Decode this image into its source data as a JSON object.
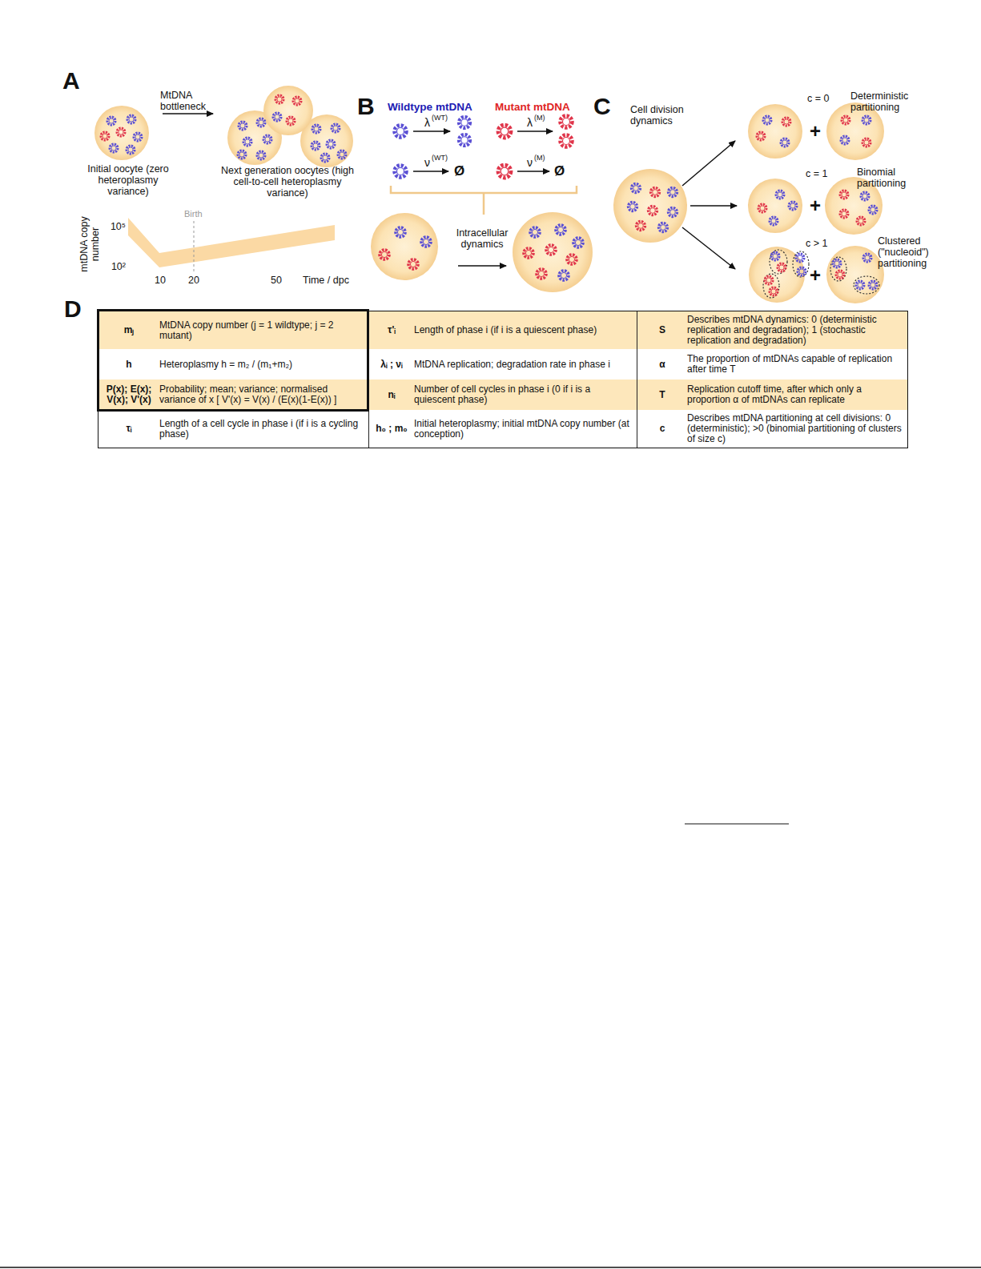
{
  "diagram": {
    "nodes": [
      {
        "text": [
          "mⱼ",
          "MtDNA copy number (j = 1 wildtype; j = 2 mutant)"
        ]
      },
      {
        "text": [
          "τ'ᵢ",
          "Length of phase i (if i is a quiescent phase)"
        ]
      },
      {
        "text": [
          "S",
          "Describes mtDNA dynamics: 0 (deterministic replication and degradation); 1 (stochastic replication and degradation)"
        ]
      },
      {
        "text": [
          "h",
          "Heteroplasmy h = m₂ / (m₁+m₂)"
        ]
      },
      {
        "text": [
          "λᵢ ; νᵢ",
          "MtDNA replication; degradation rate in phase i"
        ]
      },
      {
        "text": [
          "α",
          "The proportion of mtDNAs capable of replication after time T"
        ]
      },
      {
        "text": [
          "P(x); E(x); V(x); V'(x)",
          "Probability; mean; variance; normalised variance of x [ V'(x) = V(x) / (E(x)(1-E(x)) ]"
        ]
      },
      {
        "text": [
          "nᵢ",
          "Number of cell cycles in phase i (0 if i is a quiescent phase)"
        ]
      },
      {
        "text": [
          "T",
          "Replication cutoff time, after which only a proportion α of mtDNAs can replicate"
        ]
      },
      {
        "text": [
          "τᵢ",
          "Length of a cell cycle in phase i (if i is a cycling phase)"
        ]
      },
      {
        "text": [
          "h₀ ; m₀",
          "Initial heteroplasmy; initial mtDNA copy number (at conception)"
        ]
      },
      {
        "text": [
          "c",
          "Describes mtDNA partitioning at cell divisions: 0 (deterministic); >0 (binomial partitioning of clusters of size c)"
        ]
      }
    ],
    "labels": [
      "A",
      "MtDNA bottleneck",
      "Initial oocyte (zero heteroplasmy variance)",
      "Next generation oocytes (high cell-to-cell heteroplasmy variance)",
      "Birth",
      "10⁵",
      "10²",
      "mtDNA copy number",
      "10",
      "20",
      "50",
      "Time / dpc",
      "B",
      "Wildtype mtDNA",
      "Mutant mtDNA",
      "λ",
      "(WT)",
      "ν",
      "(WT)",
      "λ",
      "(M)",
      "ν",
      "(M)",
      "Ø",
      "Ø",
      "Intracellular dynamics",
      "C",
      "Cell division dynamics",
      "c = 0",
      "Deterministic partitioning",
      "+",
      "c = 1",
      "Binomial partitioning",
      "+",
      "c > 1",
      "Clustered (\"nucleoid\") partitioning",
      "+",
      "D"
    ]
  }
}
